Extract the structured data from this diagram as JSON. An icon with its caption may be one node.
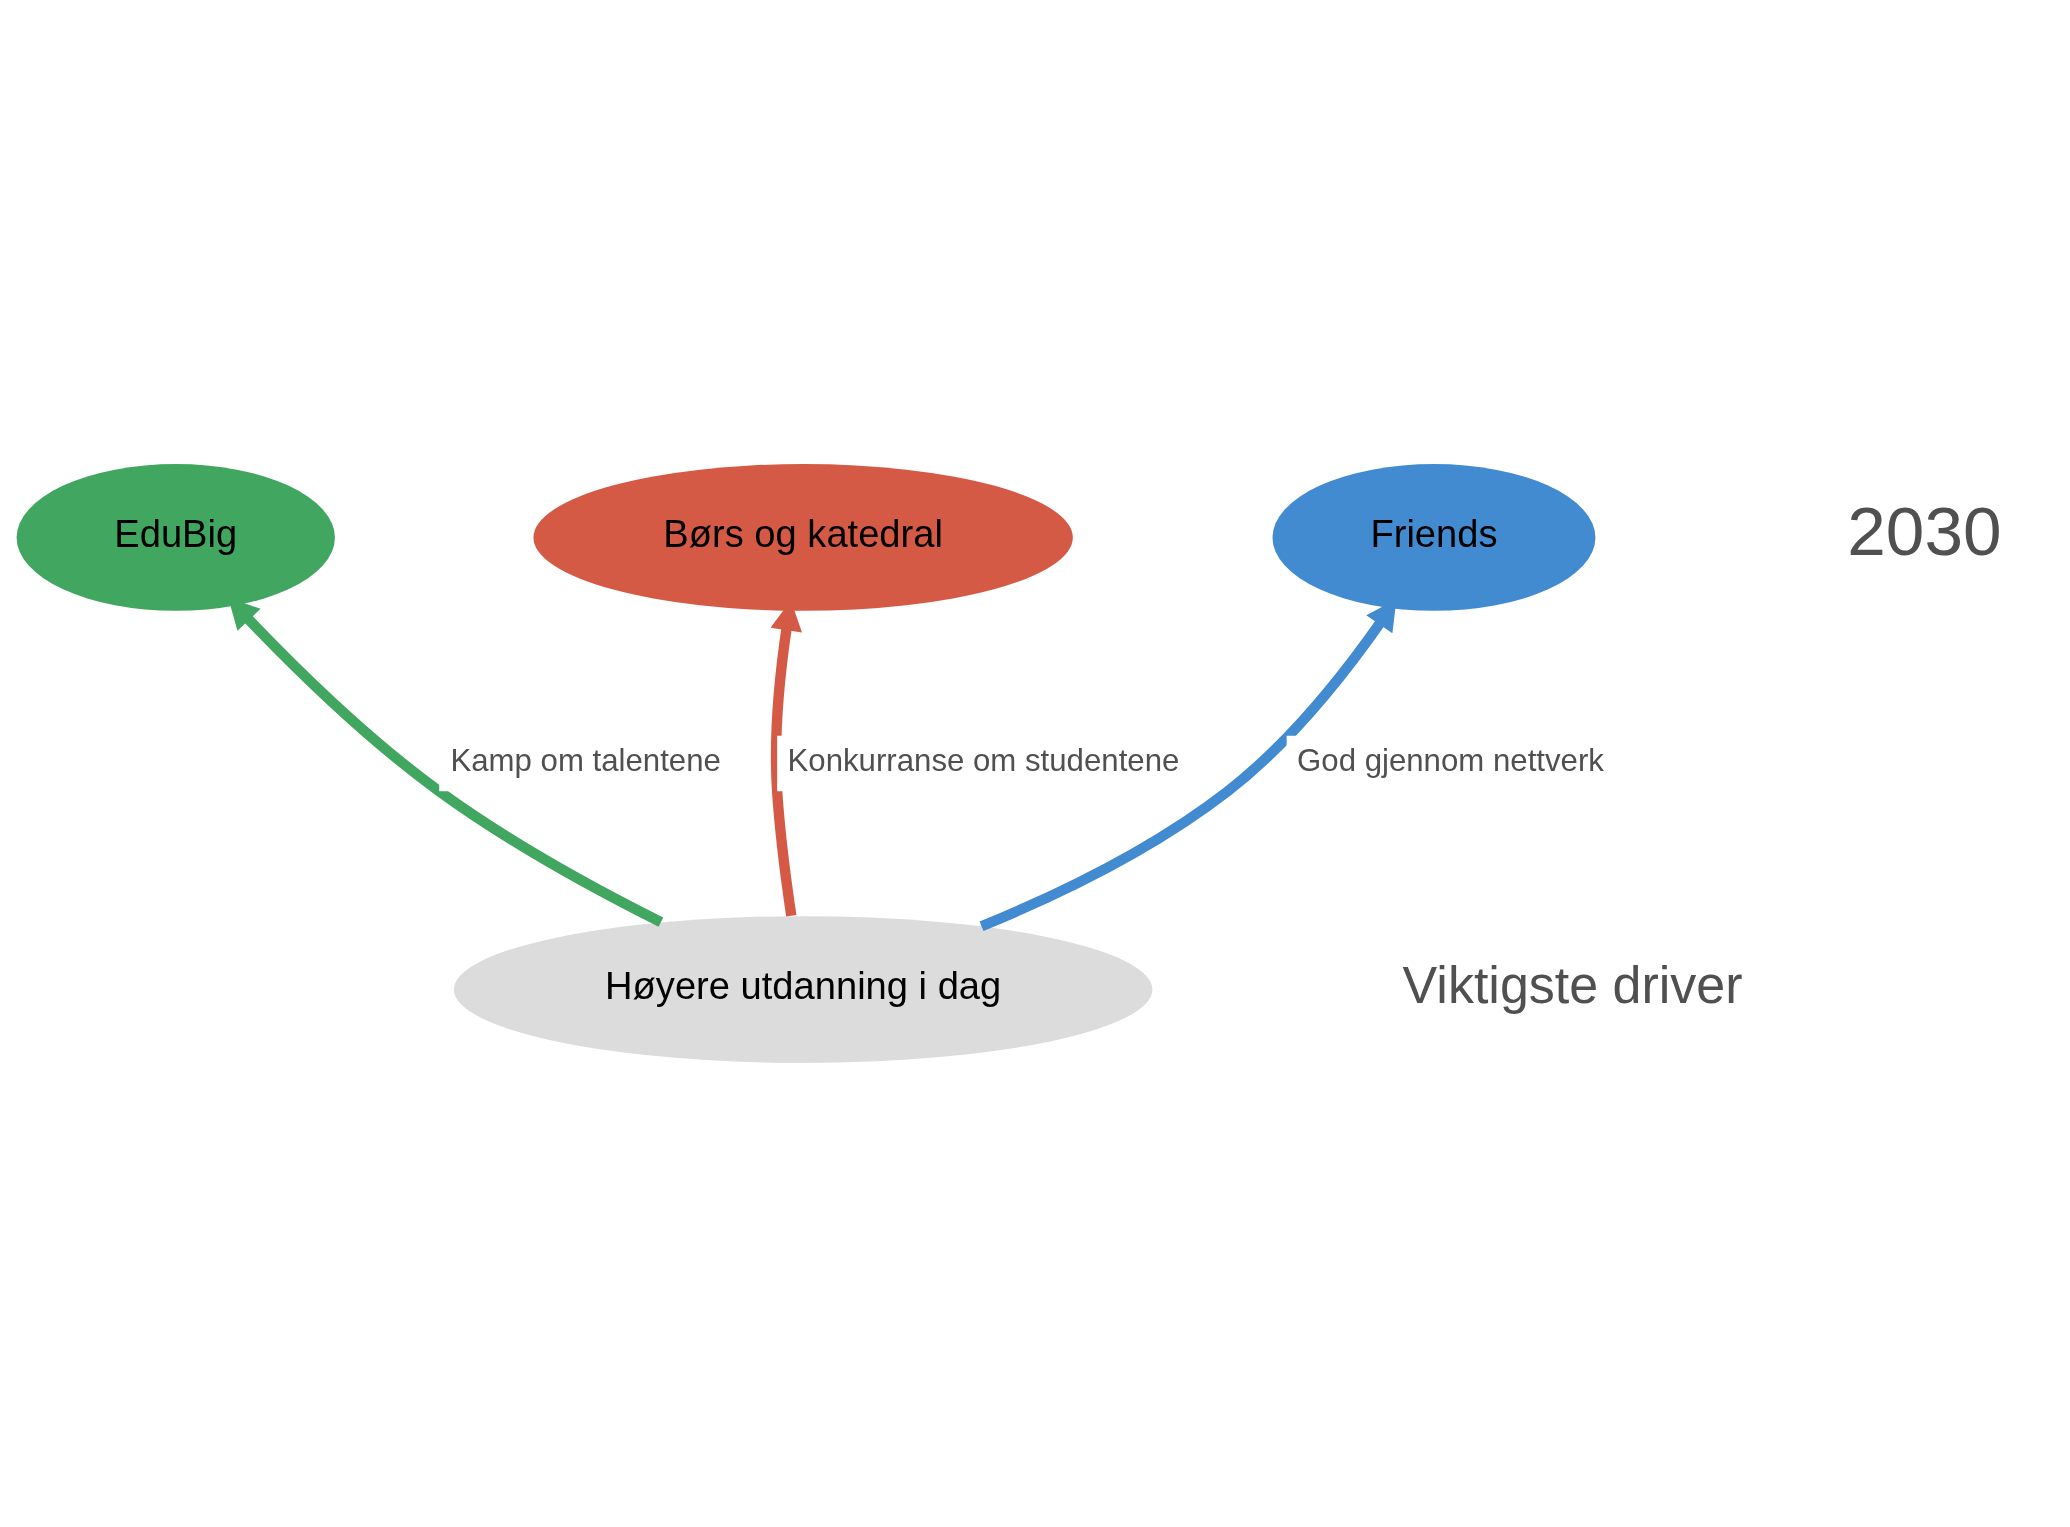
{
  "diagram": {
    "nodes": [
      {
        "text": [
          "EduBig"
        ]
      },
      {
        "text": [
          "Børs og katedral"
        ]
      },
      {
        "text": [
          "Friends"
        ]
      },
      {
        "text": [
          "Høyere utdanning i dag"
        ]
      }
    ],
    "edges": [
      {
        "from": 3,
        "to": 0,
        "arrow": "to",
        "label": "Kamp om talentene",
        "color": "#41a65f"
      },
      {
        "from": 3,
        "to": 1,
        "arrow": "to",
        "label": "Konkurranse om studentene",
        "color": "#d55a45"
      },
      {
        "from": 3,
        "to": 2,
        "arrow": "to",
        "label": "God gjennom nettverk",
        "color": "#428bd0"
      }
    ],
    "labels": [
      "2030",
      "Viktigste driver"
    ]
  }
}
